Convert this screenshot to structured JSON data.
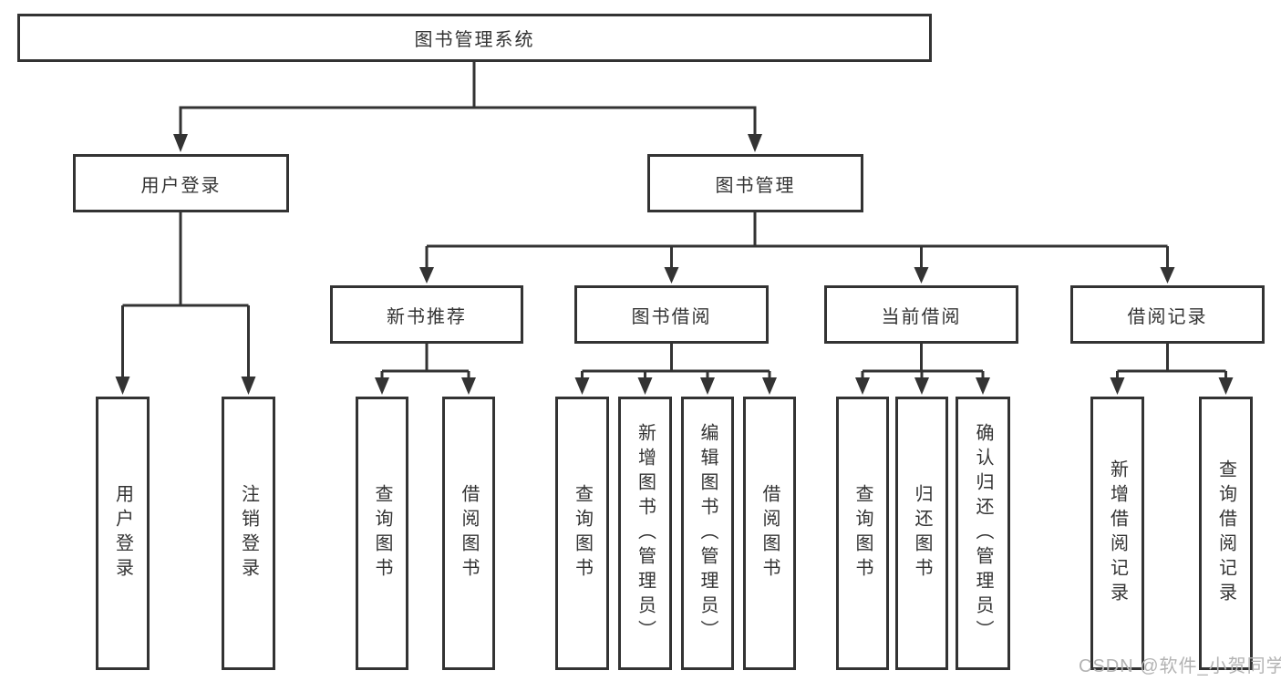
{
  "colors": {
    "line": "#333333",
    "text": "#333333",
    "background": "#ffffff",
    "watermark": "#b3b3b3"
  },
  "watermark": {
    "text": "CSDN @软件_小贺同学"
  },
  "diagram": {
    "type": "hierarchy-tree",
    "tree": {
      "label": "图书管理系统",
      "children": [
        {
          "label": "用户登录",
          "children": [
            {
              "label": "用户登录"
            },
            {
              "label": "注销登录"
            }
          ]
        },
        {
          "label": "图书管理",
          "children": [
            {
              "label": "新书推荐",
              "children": [
                {
                  "label": "查询图书"
                },
                {
                  "label": "借阅图书"
                }
              ]
            },
            {
              "label": "图书借阅",
              "children": [
                {
                  "label": "查询图书"
                },
                {
                  "label": "新增图书（管理员）"
                },
                {
                  "label": "编辑图书（管理员）"
                },
                {
                  "label": "借阅图书"
                }
              ]
            },
            {
              "label": "当前借阅",
              "children": [
                {
                  "label": "查询图书"
                },
                {
                  "label": "归还图书"
                },
                {
                  "label": "确认归还（管理员）"
                }
              ]
            },
            {
              "label": "借阅记录",
              "children": [
                {
                  "label": "新增借阅记录"
                },
                {
                  "label": "查询借阅记录"
                }
              ]
            }
          ]
        }
      ]
    }
  }
}
